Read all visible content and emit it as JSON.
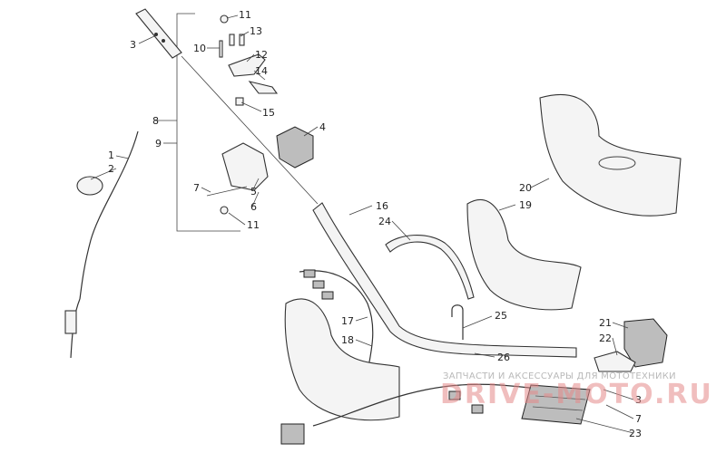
{
  "diagram": {
    "callouts": [
      {
        "id": "c3a",
        "text": "3"
      },
      {
        "id": "c11a",
        "text": "11"
      },
      {
        "id": "c13",
        "text": "13"
      },
      {
        "id": "c10",
        "text": "10"
      },
      {
        "id": "c12",
        "text": "12"
      },
      {
        "id": "c14",
        "text": "14"
      },
      {
        "id": "c15",
        "text": "15"
      },
      {
        "id": "c4",
        "text": "4"
      },
      {
        "id": "c8",
        "text": "8"
      },
      {
        "id": "c9",
        "text": "9"
      },
      {
        "id": "c1",
        "text": "1"
      },
      {
        "id": "c2",
        "text": "2"
      },
      {
        "id": "c7a",
        "text": "7"
      },
      {
        "id": "c5",
        "text": "5"
      },
      {
        "id": "c6",
        "text": "6"
      },
      {
        "id": "c11b",
        "text": "11"
      },
      {
        "id": "c16",
        "text": "16"
      },
      {
        "id": "c24",
        "text": "24"
      },
      {
        "id": "c20",
        "text": "20"
      },
      {
        "id": "c19",
        "text": "19"
      },
      {
        "id": "c25",
        "text": "25"
      },
      {
        "id": "c17",
        "text": "17"
      },
      {
        "id": "c18",
        "text": "18"
      },
      {
        "id": "c26",
        "text": "26"
      },
      {
        "id": "c21",
        "text": "21"
      },
      {
        "id": "c22",
        "text": "22"
      },
      {
        "id": "c3b",
        "text": "3"
      },
      {
        "id": "c7b",
        "text": "7"
      },
      {
        "id": "c23",
        "text": "23"
      }
    ]
  },
  "watermark": {
    "ru_text": "ЗАПЧАСТИ И АКСЕССУАРЫ ДЛЯ МОТОТЕХНИКИ",
    "site_text": "DRIVE-MOTO.RU"
  }
}
